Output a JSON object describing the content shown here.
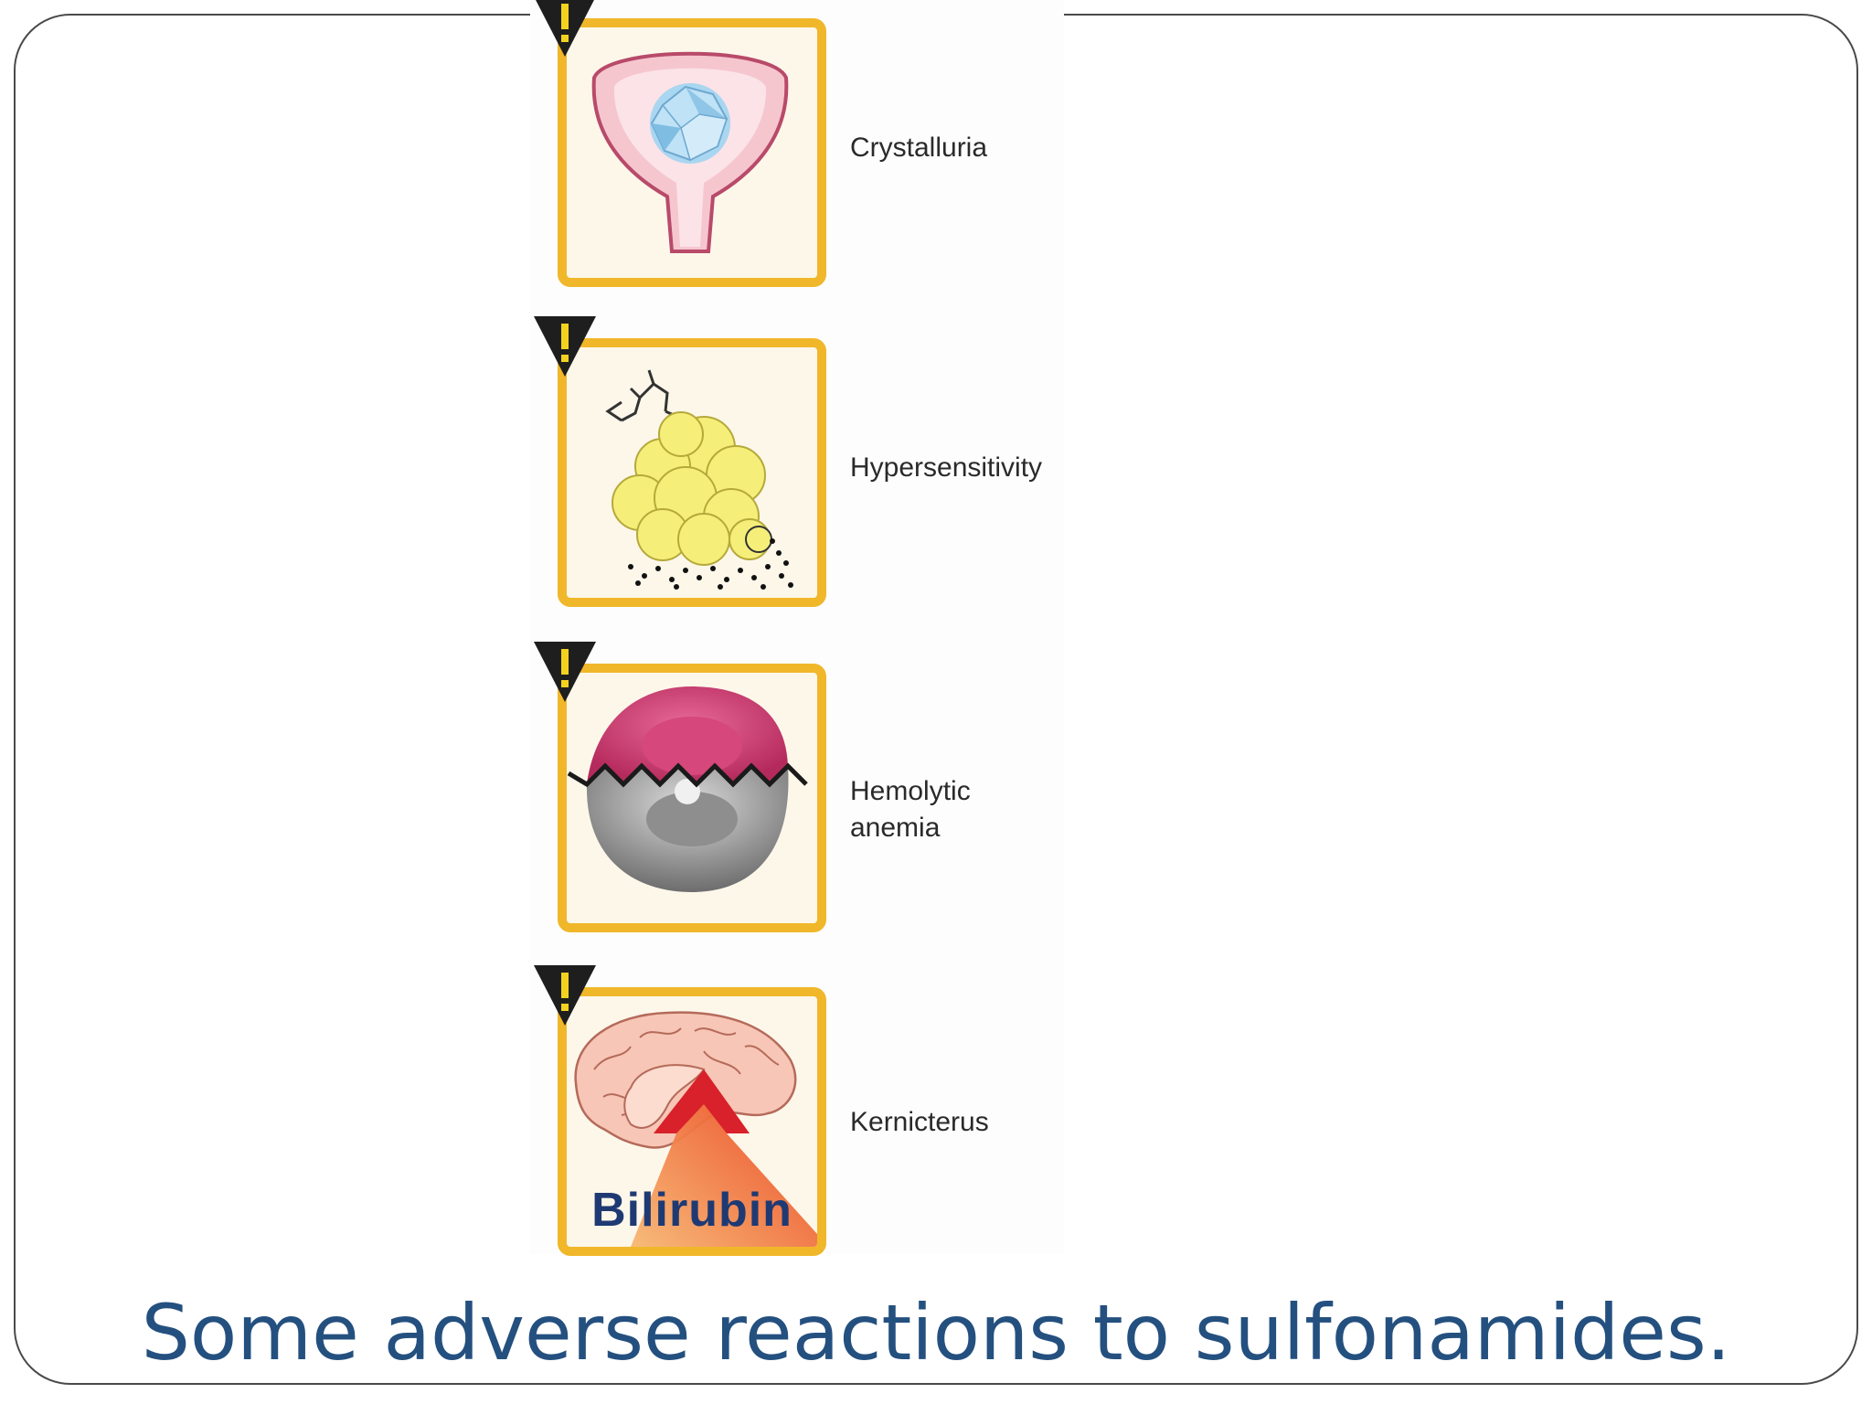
{
  "figure": {
    "panels": [
      {
        "id": "crystalluria",
        "label": "Crystalluria",
        "icon": "crystal-in-bladder-icon"
      },
      {
        "id": "hypersensitivity",
        "label": "Hypersensitivity",
        "icon": "allergen-cell-icon"
      },
      {
        "id": "hemolytic",
        "label_line1": "Hemolytic",
        "label_line2": "anemia",
        "icon": "broken-red-blood-cell-icon"
      },
      {
        "id": "kernicterus",
        "label": "Kernicterus",
        "icon": "brain-bilirubin-icon",
        "inner_text": "Bilirubin"
      }
    ],
    "warning_icon": "warning-triangle-icon",
    "colors": {
      "tile_border": "#f0b72a",
      "tile_fill": "#fdf7ea",
      "caption": "#24507f"
    }
  },
  "caption": "Some adverse reactions to sulfonamides."
}
